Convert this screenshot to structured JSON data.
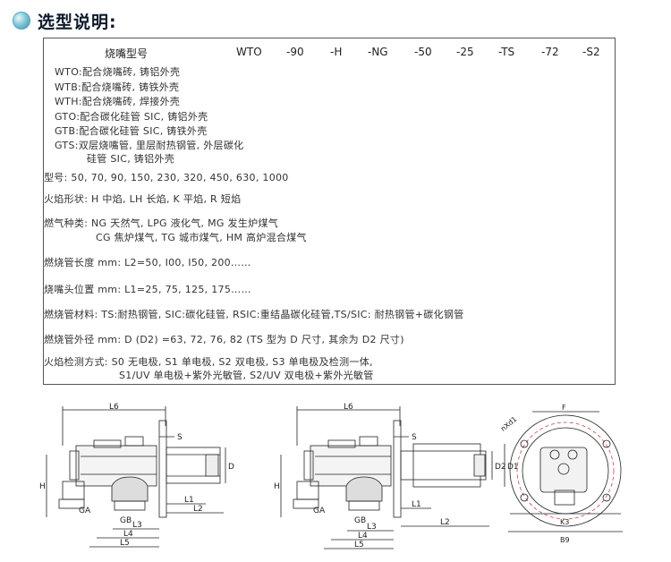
{
  "section": {
    "title": "选型说明:"
  },
  "model_code": {
    "header_label": "烧嘴型号",
    "parts": [
      "WTO",
      "-90",
      "-H",
      "-NG",
      "-50",
      "-25",
      "-TS",
      "-72",
      "-S2"
    ]
  },
  "types": [
    {
      "code": "WTO:",
      "desc": "配合烧嘴砖, 铸铝外壳"
    },
    {
      "code": "WTB:",
      "desc": "配合烧嘴砖, 铸铁外壳"
    },
    {
      "code": "WTH:",
      "desc": "配合烧嘴砖, 焊接外壳"
    },
    {
      "code": "GTO:",
      "desc": "配合碳化硅管 SIC, 铸铝外壳"
    },
    {
      "code": "GTB:",
      "desc": "配合碳化硅管 SIC, 铸铁外壳"
    },
    {
      "code": "GTS:",
      "desc": "双层烧嘴管, 里层耐热钢管, 外层碳化"
    },
    {
      "code": "",
      "desc": "硅管 SIC, 铸铝外壳"
    }
  ],
  "options": {
    "model_no": "型号: 50, 70, 90, 150, 230, 320, 450, 630, 1000",
    "flame_shape": "火焰形状: H 中焰, LH 长焰, K 平焰, R 短焰",
    "gas_type_1": "燃气种类: NG 天然气, LPG 液化气, MG 发生炉煤气",
    "gas_type_2": "CG 焦炉煤气, TG 城市煤气, HM 高炉混合煤气",
    "tube_length": "燃烧管长度 mm: L2=50, I00, I50, 200……",
    "head_position": "烧嘴头位置 mm: L1=25, 75, 125, 175……",
    "tube_material": "燃烧管材料: TS:耐热钢管, SIC:碳化硅管, RSIC:重结晶碳化硅管,TS/SIC: 耐热钢管+碳化钢管",
    "tube_diameter": "燃烧管外径 mm: D (D2) =63, 72, 76, 82 (TS 型为 D 尺寸, 其余为 D2 尺寸)",
    "flame_detect_1": "火焰检测方式: S0 无电极, S1 单电极, S2 双电极, S3 单电极及检测一体,",
    "flame_detect_2": "S1/UV 单电极+紫外光敏管, S2/UV 双电极+紫外光敏管"
  },
  "drawing_labels": {
    "d1": {
      "L6": "L6",
      "S": "S",
      "D": "D",
      "H": "H",
      "GA": "GA",
      "GB": "GB",
      "L1": "L1",
      "L2": "L2",
      "L3": "L3",
      "L4": "L4",
      "L5": "L5"
    },
    "d2": {
      "L6": "L6",
      "S": "S",
      "D1": "D1",
      "D2": "D2",
      "H": "H",
      "GA": "GA",
      "GB": "GB",
      "L1": "L1",
      "L2": "L2",
      "L3": "L3",
      "L4": "L4",
      "L5": "L5"
    },
    "d3": {
      "F": "F",
      "nxd1": "nXd1",
      "K3": "K3",
      "B9": "B9"
    }
  }
}
